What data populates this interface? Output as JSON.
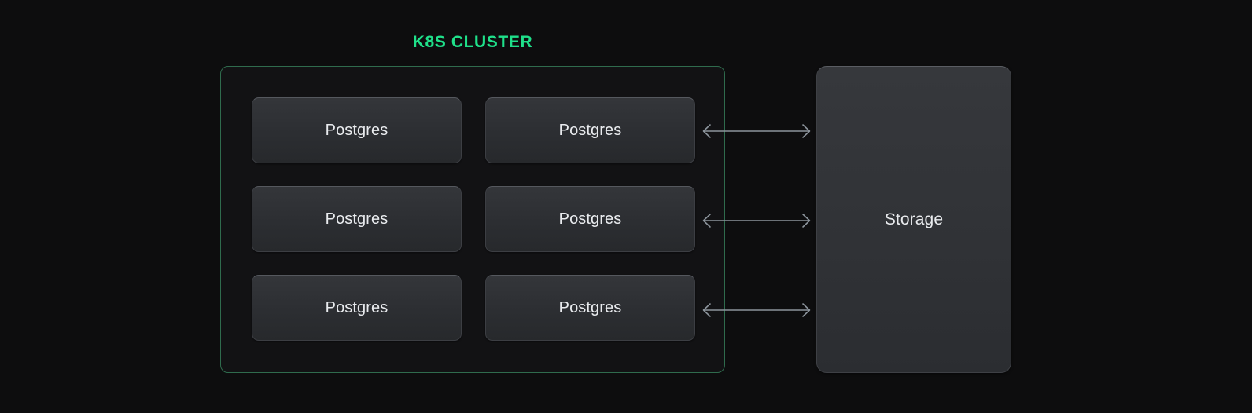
{
  "diagram": {
    "title": "K8S CLUSTER",
    "accent_color": "#1fe08a",
    "cluster_border_color": "#2f6b4d",
    "background_color": "#0d0d0e",
    "cluster_fill_color": "#121214",
    "node_fill_color": "#2f3135",
    "node_text_color": "#e9ebee",
    "connector_color": "#8c949c"
  },
  "cluster": {
    "label": "K8S CLUSTER",
    "pods": [
      {
        "label": "Postgres"
      },
      {
        "label": "Postgres"
      },
      {
        "label": "Postgres"
      },
      {
        "label": "Postgres"
      },
      {
        "label": "Postgres"
      },
      {
        "label": "Postgres"
      }
    ]
  },
  "storage": {
    "label": "Storage"
  },
  "connectors": [
    {
      "name": "pod-row-1-to-storage",
      "direction": "bidirectional"
    },
    {
      "name": "pod-row-2-to-storage",
      "direction": "bidirectional"
    },
    {
      "name": "pod-row-3-to-storage",
      "direction": "bidirectional"
    }
  ]
}
